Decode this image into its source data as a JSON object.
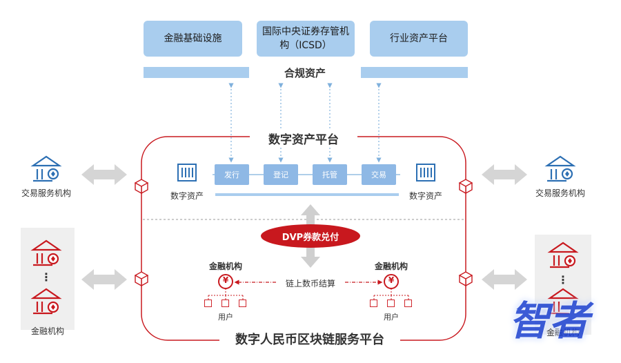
{
  "top": {
    "box1": "金融基础设施",
    "box2_line1": "国际中央证券存管机",
    "box2_line2": "构（ICSD）",
    "box3": "行业资产平台",
    "compliance": "合规资产"
  },
  "platform": {
    "title": "数字资产平台",
    "steps": [
      "发行",
      "登记",
      "托管",
      "交易"
    ],
    "asset_left": "数字资产",
    "asset_right": "数字资产",
    "dvp": "DVP券款兑付"
  },
  "bottom": {
    "title": "数字人民币区块链服务平台",
    "inst_left": "金融机构",
    "inst_right": "金融机构",
    "settlement": "链上数币结算",
    "user_left": "用户",
    "user_right": "用户",
    "yuan_symbol": "¥"
  },
  "sides": {
    "trade_left": "交易服务机构",
    "trade_right": "交易服务机构",
    "fin_left": "金融机构",
    "fin_right": "金融机构",
    "ellipsis": "⋮"
  },
  "watermark": "智者",
  "colors": {
    "blue_box": "#a9cdee",
    "step": "#8eb8e5",
    "red": "#c8181e",
    "icon_blue": "#2c6fb3"
  },
  "icons": [
    "bank-icon",
    "server-icon",
    "cube-icon",
    "double-arrow-icon",
    "yuan-coin-icon"
  ]
}
